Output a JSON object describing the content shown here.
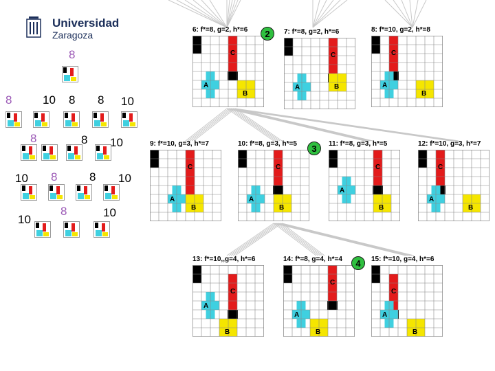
{
  "logo": {
    "name": "Universidad",
    "city": "Zaragoza"
  },
  "colors": {
    "red": "#e31b1b",
    "cyan": "#3fd0e0",
    "yellow": "#f5e600",
    "black": "#000000",
    "badge": "#2fbf3f",
    "purple": "#9b59b6"
  },
  "nodes": [
    {
      "id": "n6",
      "label": "6:  f*=8, g=2, h*=6"
    },
    {
      "id": "n7",
      "label": "7:  f*=8, g=2, h*=6"
    },
    {
      "id": "n8",
      "label": "8:  f*=10, g=2, h*=8"
    },
    {
      "id": "n9",
      "label": "9:  f*=10, g=3, h*=7"
    },
    {
      "id": "n10",
      "label": "10:  f*=8, g=3, h*=5"
    },
    {
      "id": "n11",
      "label": "11:  f*=8, g=3, h*=5"
    },
    {
      "id": "n12",
      "label": "12:  f*=10, g=3, h*=7"
    },
    {
      "id": "n13",
      "label": "13:  f*=10,,g=4, h*=6"
    },
    {
      "id": "n14",
      "label": "14:  f*=8, g=4, h*=4"
    },
    {
      "id": "n15",
      "label": "15:  f*=10, g=4, h*=6"
    }
  ],
  "badges": [
    "2",
    "3",
    "4"
  ],
  "piece_labels": {
    "a": "A",
    "b": "B",
    "c": "C"
  },
  "tree_values": [
    "8",
    "8",
    "10",
    "8",
    "8",
    "10",
    "8",
    "8",
    "10",
    "10",
    "8",
    "8",
    "10",
    "10",
    "8",
    "10"
  ]
}
